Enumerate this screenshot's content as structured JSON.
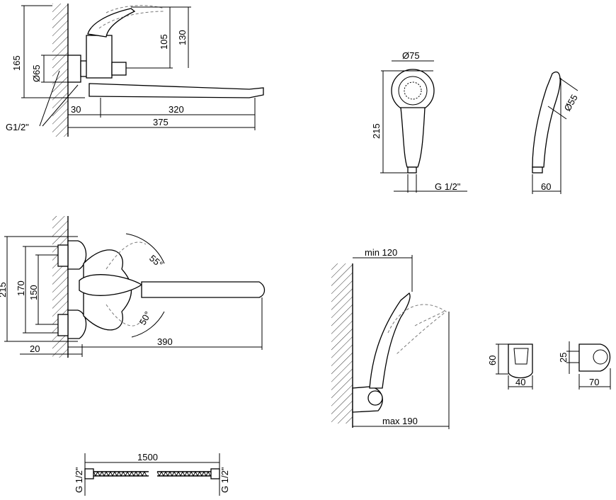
{
  "top_view": {
    "d165": "165",
    "d65": "Ø65",
    "d105": "105",
    "d130": "130",
    "d30": "30",
    "d320": "320",
    "d375": "375",
    "thread": "G1/2\""
  },
  "shower_head": {
    "d75": "Ø75",
    "d215": "215",
    "thread": "G 1/2\"",
    "d55": "Ø55",
    "d60": "60"
  },
  "front_view": {
    "d215": "215",
    "d170": "170",
    "d150": "150",
    "d20": "20",
    "d390": "390",
    "angle55": "55°",
    "angle50": "50°"
  },
  "holder_install": {
    "min": "min 120",
    "max": "max 190"
  },
  "holder_detail": {
    "d60": "60",
    "d40": "40",
    "d25": "25",
    "d70": "70"
  },
  "hose": {
    "length": "1500",
    "thread_left": "G 1/2\"",
    "thread_right": "G 1/2\""
  }
}
